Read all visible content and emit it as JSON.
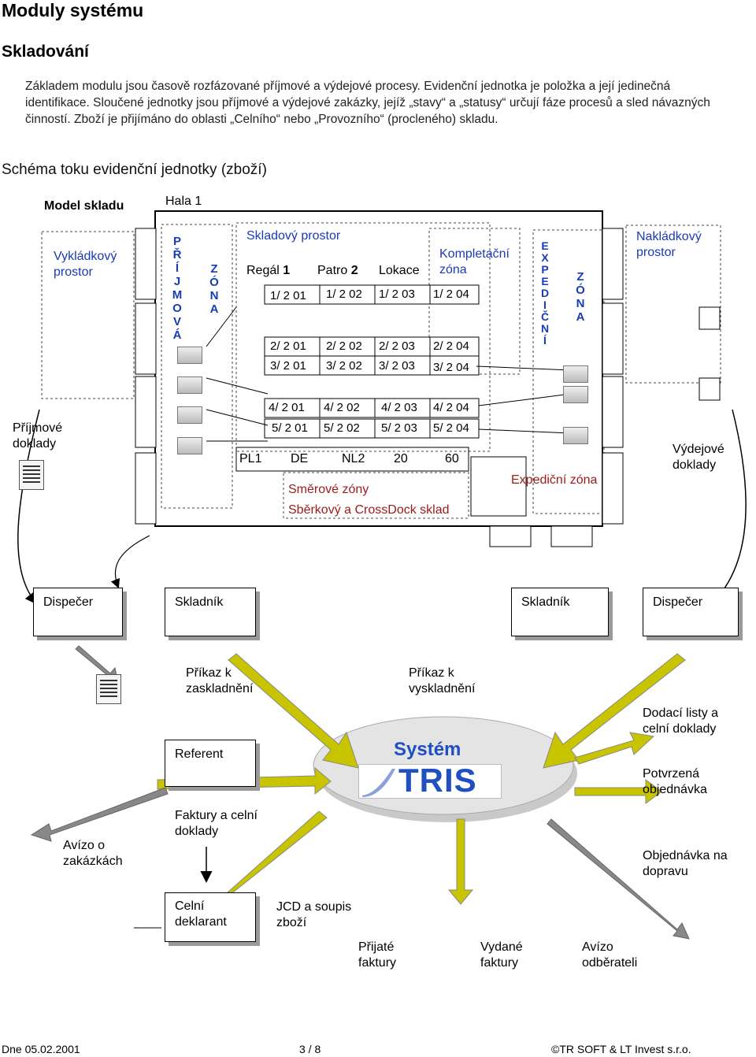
{
  "page": {
    "title": "Moduly systému",
    "subtitle": "Skladování",
    "intro": "Základem modulu jsou časově rozfázované příjmové a výdejové procesy. Evidenční jednotka je položka a její jedinečná identifikace. Sloučené jednotky jsou příjmové a výdejové zakázky, jejíž „stavy“ a „statusy“ určují fáze procesů a sled návazných činností. Zboží je přijímáno do oblasti „Celního“ nebo „Provozního“ (procleného) skladu.",
    "schema_title": "Schéma toku evidenční jednotky (zboží)"
  },
  "diagram": {
    "model_label": "Model skladu",
    "hall_label": "Hala 1",
    "unload_area": "Vykládkový prostor",
    "receipt_zone_letters": [
      "P",
      "Ř",
      "Í",
      "J",
      "M",
      "O",
      "V",
      "Á"
    ],
    "zone_letters": [
      "Z",
      "Ó",
      "N",
      "A"
    ],
    "storage_area": "Skladový prostor",
    "rack_label": "Regál",
    "rack_value": "1",
    "floor_label": "Patro",
    "floor_value": "2",
    "location_label": "Lokace",
    "completion_zone": "Kompletační zóna",
    "locations": [
      [
        "1/ 2 01",
        "1/ 2 02",
        "1/ 2 03",
        "1/ 2 04"
      ],
      [
        "2/ 2 01",
        "2/ 2 02",
        "2/ 2 03",
        "2/ 2 04"
      ],
      [
        "3/ 2 01",
        "3/ 2 02",
        "3/ 2 03",
        "3/ 2 04"
      ],
      [
        "4/ 2 01",
        "4/ 2 02",
        "4/ 2 03",
        "4/ 2 04"
      ],
      [
        "5/ 2 01",
        "5/ 2 02",
        "5/ 2 03",
        "5/ 2 04"
      ]
    ],
    "bottom_row": [
      "PL1",
      "DE",
      "NL2",
      "20",
      "60"
    ],
    "direction_zones": "Směrové zóny",
    "crossdock": "Sběrkový a CrossDock sklad",
    "expedition_zone_letters": [
      "E",
      "X",
      "P",
      "E",
      "D",
      "I",
      "Č",
      "N",
      "Í"
    ],
    "expedition_zone": "Expediční zóna",
    "loading_area": "Nakládkový prostor",
    "incoming_docs": "Příjmové doklady",
    "outgoing_docs": "Výdejové doklady"
  },
  "roles": {
    "dispatcher_left": "Dispečer",
    "storekeeper_left": "Skladník",
    "storekeeper_right": "Skladník",
    "dispatcher_right": "Dispečer",
    "referent": "Referent",
    "customs": "Celní deklarant"
  },
  "flows": {
    "store_order": "Příkaz k zaskladnění",
    "pick_order": "Příkaz k vyskladnění",
    "delivery_notes": "Dodací listy a celní doklady",
    "confirmed_order": "Potvrzená objednávka",
    "transport_order": "Objednávka na dopravu",
    "order_advice": "Avízo o zakázkách",
    "invoices_customs": "Faktury a celní doklady",
    "jcd": "JCD a soupis zboží",
    "received_invoices": "Přijaté faktury",
    "issued_invoices": "Vydané faktury",
    "customer_advice": "Avízo odběrateli"
  },
  "system": {
    "label": "Systém",
    "logo": "TRIS"
  },
  "footer": {
    "date": "Dne 05.02.2001",
    "page": "3 / 8",
    "copyright": "©TR SOFT & LT Invest s.r.o."
  },
  "colors": {
    "blue_text": "#1a3bb5",
    "red_text": "#9b1b1b",
    "arrow_yellow": "#c8c400",
    "logo_blue": "#1f4fc0"
  }
}
